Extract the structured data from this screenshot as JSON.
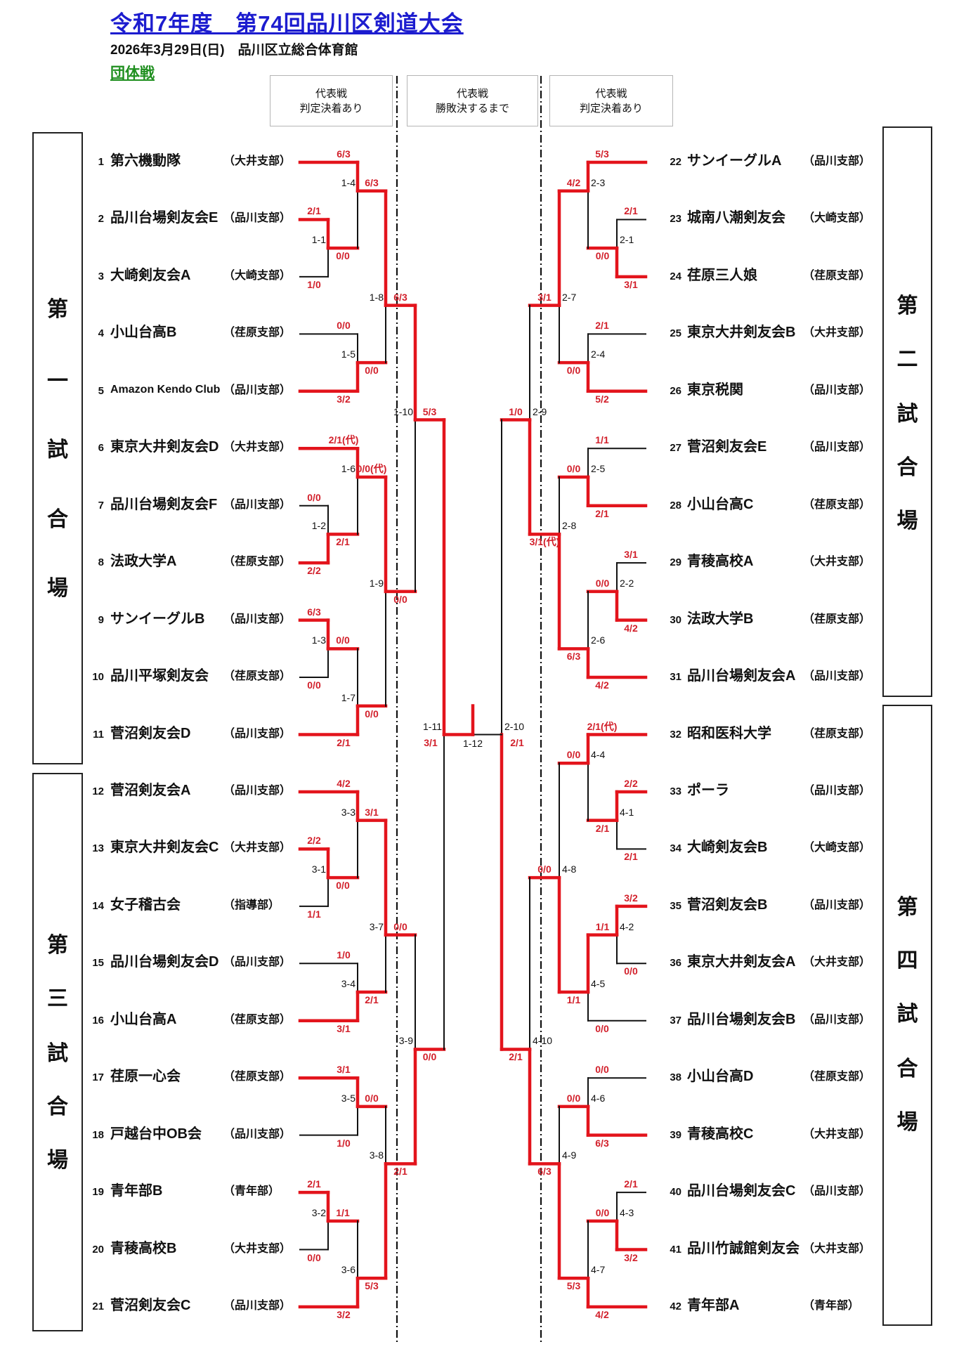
{
  "header": {
    "title": "令和7年度　第74回品川区剣道大会",
    "date_venue": "2026年3月29日(日)　品川区立総合体育館",
    "category": "団体戦"
  },
  "rule_boxes": [
    {
      "line1": "代表戦",
      "line2": "判定決着あり"
    },
    {
      "line1": "代表戦",
      "line2": "勝敗決するまで"
    },
    {
      "line1": "代表戦",
      "line2": "判定決着あり"
    }
  ],
  "venues": {
    "first": {
      "chars": [
        "第",
        "一",
        "試",
        "合",
        "場"
      ]
    },
    "second": {
      "chars": [
        "第",
        "二",
        "試",
        "合",
        "場"
      ]
    },
    "third": {
      "chars": [
        "第",
        "三",
        "試",
        "合",
        "場"
      ]
    },
    "fourth": {
      "chars": [
        "第",
        "四",
        "試",
        "合",
        "場"
      ]
    }
  },
  "colors": {
    "winner_line": "#e3141c",
    "score_text": "#d21f2a",
    "title": "#1c1ccf",
    "category": "#1f8f1f"
  },
  "teams": {
    "left": [
      {
        "no": "1",
        "name": "第六機動隊",
        "branch": "（大井支部）",
        "score": "6/3"
      },
      {
        "no": "2",
        "name": "品川台場剣友会E",
        "branch": "（品川支部）",
        "score": "2/1"
      },
      {
        "no": "3",
        "name": "大崎剣友会A",
        "branch": "（大崎支部）",
        "score": "1/0"
      },
      {
        "no": "4",
        "name": "小山台高B",
        "branch": "（荏原支部）",
        "score": "0/0"
      },
      {
        "no": "5",
        "name": "Amazon Kendo Club",
        "branch": "（品川支部）",
        "score": "3/2"
      },
      {
        "no": "6",
        "name": "東京大井剣友会D",
        "branch": "（大井支部）",
        "score": "2/1(代)"
      },
      {
        "no": "7",
        "name": "品川台場剣友会F",
        "branch": "（品川支部）",
        "score": "0/0"
      },
      {
        "no": "8",
        "name": "法政大学A",
        "branch": "（荏原支部）",
        "score": "2/2"
      },
      {
        "no": "9",
        "name": "サンイーグルB",
        "branch": "（品川支部）",
        "score": "6/3"
      },
      {
        "no": "10",
        "name": "品川平塚剣友会",
        "branch": "（荏原支部）",
        "score": "0/0"
      },
      {
        "no": "11",
        "name": "菅沼剣友会D",
        "branch": "（品川支部）",
        "score": "2/1"
      },
      {
        "no": "12",
        "name": "菅沼剣友会A",
        "branch": "（品川支部）",
        "score": "4/2"
      },
      {
        "no": "13",
        "name": "東京大井剣友会C",
        "branch": "（大井支部）",
        "score": "2/2"
      },
      {
        "no": "14",
        "name": "女子稽古会",
        "branch": "（指導部）",
        "score": "1/1"
      },
      {
        "no": "15",
        "name": "品川台場剣友会D",
        "branch": "（品川支部）",
        "score": "1/0"
      },
      {
        "no": "16",
        "name": "小山台高A",
        "branch": "（荏原支部）",
        "score": "3/1"
      },
      {
        "no": "17",
        "name": "荏原一心会",
        "branch": "（荏原支部）",
        "score": "3/1"
      },
      {
        "no": "18",
        "name": "戸越台中OB会",
        "branch": "（品川支部）",
        "score": "1/0"
      },
      {
        "no": "19",
        "name": "青年部B",
        "branch": "（青年部）",
        "score": "2/1"
      },
      {
        "no": "20",
        "name": "青稜高校B",
        "branch": "（大井支部）",
        "score": "0/0"
      },
      {
        "no": "21",
        "name": "菅沼剣友会C",
        "branch": "（品川支部）",
        "score": "3/2"
      }
    ],
    "right": [
      {
        "no": "22",
        "name": "サンイーグルA",
        "branch": "（品川支部）",
        "score": "5/3"
      },
      {
        "no": "23",
        "name": "城南八潮剣友会",
        "branch": "（大崎支部）",
        "score": "2/1"
      },
      {
        "no": "24",
        "name": "荏原三人娘",
        "branch": "（荏原支部）",
        "score": "3/1"
      },
      {
        "no": "25",
        "name": "東京大井剣友会B",
        "branch": "（大井支部）",
        "score": "2/1"
      },
      {
        "no": "26",
        "name": "東京税関",
        "branch": "（品川支部）",
        "score": "5/2"
      },
      {
        "no": "27",
        "name": "菅沼剣友会E",
        "branch": "（品川支部）",
        "score": "1/1"
      },
      {
        "no": "28",
        "name": "小山台高C",
        "branch": "（荏原支部）",
        "score": "2/1"
      },
      {
        "no": "29",
        "name": "青稜高校A",
        "branch": "（大井支部）",
        "score": "3/1"
      },
      {
        "no": "30",
        "name": "法政大学B",
        "branch": "（荏原支部）",
        "score": "4/2"
      },
      {
        "no": "31",
        "name": "品川台場剣友会A",
        "branch": "（品川支部）",
        "score": "4/2"
      },
      {
        "no": "32",
        "name": "昭和医科大学",
        "branch": "（荏原支部）",
        "score": "2/1(代)"
      },
      {
        "no": "33",
        "name": "ポーラ",
        "branch": "（品川支部）",
        "score": "2/2"
      },
      {
        "no": "34",
        "name": "大崎剣友会B",
        "branch": "（大崎支部）",
        "score": "2/1"
      },
      {
        "no": "35",
        "name": "菅沼剣友会B",
        "branch": "（品川支部）",
        "score": "3/2"
      },
      {
        "no": "36",
        "name": "東京大井剣友会A",
        "branch": "（大井支部）",
        "score": "0/0"
      },
      {
        "no": "37",
        "name": "品川台場剣友会B",
        "branch": "（品川支部）",
        "score": "0/0"
      },
      {
        "no": "38",
        "name": "小山台高D",
        "branch": "（荏原支部）",
        "score": "0/0"
      },
      {
        "no": "39",
        "name": "青稜高校C",
        "branch": "（大井支部）",
        "score": "6/3"
      },
      {
        "no": "40",
        "name": "品川台場剣友会C",
        "branch": "（品川支部）",
        "score": "2/1"
      },
      {
        "no": "41",
        "name": "品川竹誠館剣友会",
        "branch": "（大井支部）",
        "score": "3/2"
      },
      {
        "no": "42",
        "name": "青年部A",
        "branch": "（青年部）",
        "score": "4/2"
      }
    ]
  },
  "matches": {
    "1-1": {
      "label": "1-1",
      "winner": "upper",
      "score": "0/0"
    },
    "1-4": {
      "label": "1-4",
      "winner": "upper",
      "score": "6/3"
    },
    "1-5": {
      "label": "1-5",
      "winner": "lower",
      "score": "0/0"
    },
    "1-8": {
      "label": "1-8",
      "winner": "upper",
      "score": "6/3"
    },
    "1-2": {
      "label": "1-2",
      "winner": "lower",
      "score": "2/1"
    },
    "1-6": {
      "label": "1-6",
      "winner": "upper",
      "score": "0/0(代)"
    },
    "1-3": {
      "label": "1-3",
      "winner": "upper",
      "score": "0/0"
    },
    "1-7": {
      "label": "1-7",
      "winner": "lower",
      "score": "0/0"
    },
    "1-9": {
      "label": "1-9",
      "winner": "upper",
      "score": "0/0"
    },
    "1-10": {
      "label": "1-10",
      "winner": "upper",
      "score": "5/3"
    },
    "3-1": {
      "label": "3-1",
      "winner": "upper",
      "score": "0/0"
    },
    "3-3": {
      "label": "3-3",
      "winner": "upper",
      "score": "3/1"
    },
    "3-4": {
      "label": "3-4",
      "winner": "lower",
      "score": "2/1"
    },
    "3-7": {
      "label": "3-7",
      "winner": "upper",
      "score": "0/0"
    },
    "3-5": {
      "label": "3-5",
      "winner": "upper",
      "score": "0/0"
    },
    "3-2": {
      "label": "3-2",
      "winner": "upper",
      "score": "1/1"
    },
    "3-6": {
      "label": "3-6",
      "winner": "lower",
      "score": "5/3"
    },
    "3-8": {
      "label": "3-8",
      "winner": "lower",
      "score": "2/1"
    },
    "3-9": {
      "label": "3-9",
      "winner": "lower",
      "score": "0/0"
    },
    "1-11": {
      "label": "1-11",
      "winner": "upper",
      "score": "3/1"
    },
    "2-1": {
      "label": "2-1",
      "winner": "lower",
      "score": "0/0"
    },
    "2-3": {
      "label": "2-3",
      "winner": "upper",
      "score": "4/2"
    },
    "2-4": {
      "label": "2-4",
      "winner": "lower",
      "score": "0/0"
    },
    "2-7": {
      "label": "2-7",
      "winner": "upper",
      "score": "3/1"
    },
    "2-5": {
      "label": "2-5",
      "winner": "lower",
      "score": "0/0"
    },
    "2-2": {
      "label": "2-2",
      "winner": "lower",
      "score": "0/0"
    },
    "2-6": {
      "label": "2-6",
      "winner": "lower",
      "score": "6/3"
    },
    "2-8": {
      "label": "2-8",
      "winner": "lower",
      "score": "3/1(代)"
    },
    "2-9": {
      "label": "2-9",
      "winner": "lower",
      "score": "1/0"
    },
    "4-1": {
      "label": "4-1",
      "winner": "upper",
      "score": "2/1"
    },
    "4-4": {
      "label": "4-4",
      "winner": "upper",
      "score": "0/0"
    },
    "4-2": {
      "label": "4-2",
      "winner": "upper",
      "score": "1/1"
    },
    "4-5": {
      "label": "4-5",
      "winner": "upper",
      "score": "1/1"
    },
    "4-8": {
      "label": "4-8",
      "winner": "lower",
      "score": "0/0"
    },
    "4-6": {
      "label": "4-6",
      "winner": "lower",
      "score": "0/0"
    },
    "4-3": {
      "label": "4-3",
      "winner": "lower",
      "score": "0/0"
    },
    "4-7": {
      "label": "4-7",
      "winner": "lower",
      "score": "5/3"
    },
    "4-9": {
      "label": "4-9",
      "winner": "lower",
      "score": "6/3"
    },
    "4-10": {
      "label": "4-10",
      "winner": "lower",
      "score": "2/1"
    },
    "2-10": {
      "label": "2-10",
      "winner": "lower",
      "score": "2/1"
    }
  },
  "final": {
    "label": "1-12",
    "winner": "left"
  }
}
